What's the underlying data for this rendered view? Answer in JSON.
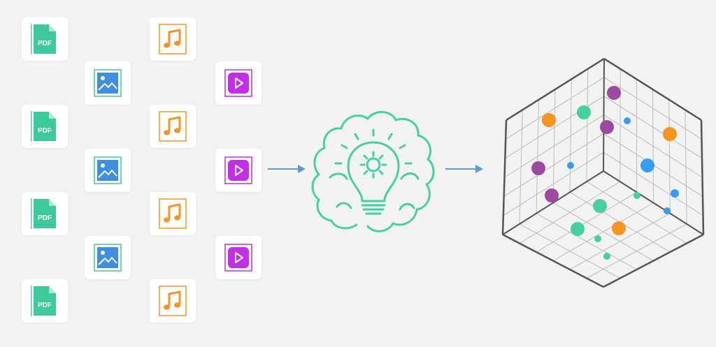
{
  "colors": {
    "background": "#f2f2f2",
    "pdf": "#3ec99a",
    "music": "#f7931e",
    "image": "#3d8fe0",
    "video": "#c32ee6",
    "arrow": "#5b9bd5",
    "brain": "#45d19c",
    "cube": "#555555",
    "grid": "#bdbdbd",
    "dot_purple": "#9b4a9f",
    "dot_orange": "#f7931e",
    "dot_green": "#45d19c",
    "dot_blue": "#3b9bf0"
  },
  "files": {
    "pdf_label": "PDF",
    "items": [
      {
        "type": "pdf",
        "icon": "pdf-file-icon"
      },
      {
        "type": "music",
        "icon": "music-note-icon"
      },
      {
        "type": "image",
        "icon": "image-icon"
      },
      {
        "type": "video",
        "icon": "play-icon"
      }
    ]
  },
  "process": {
    "icon": "brain-lightbulb-gear-icon"
  },
  "embedding": {
    "icon": "vector-cube-icon"
  }
}
